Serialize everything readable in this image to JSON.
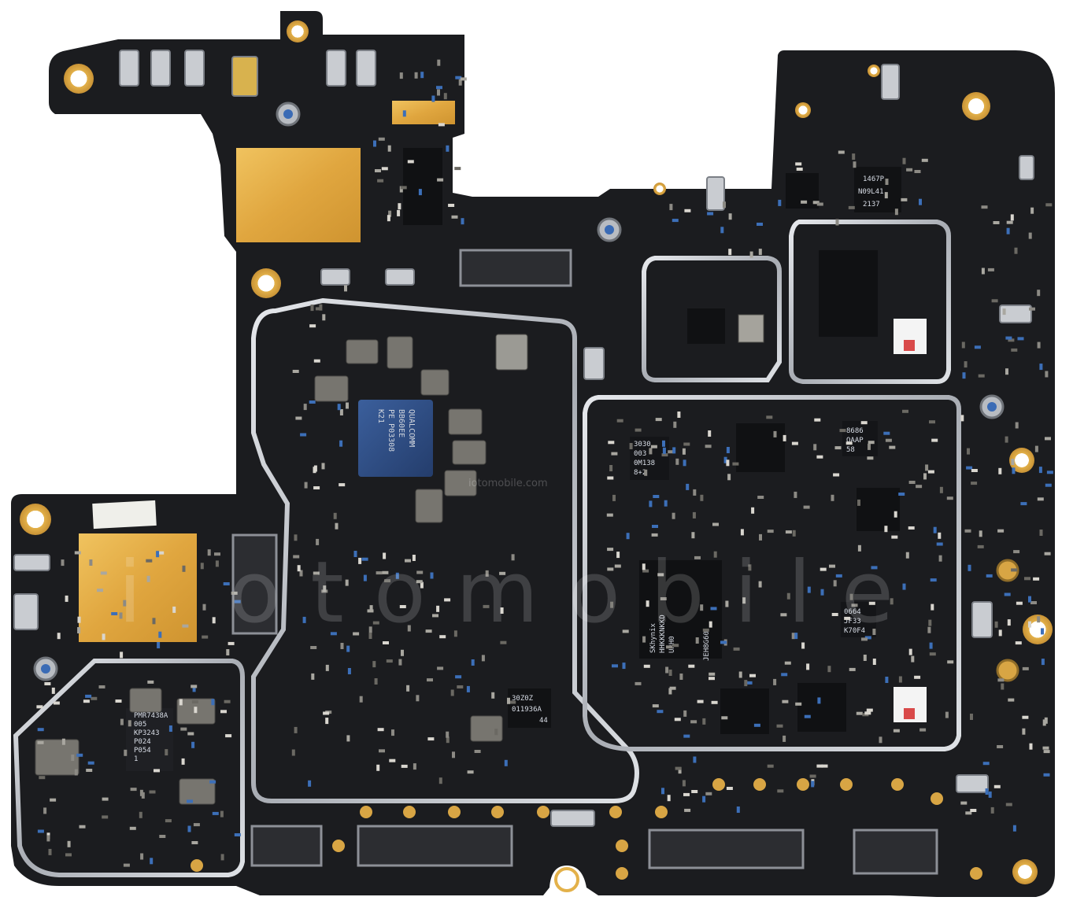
{
  "image": {
    "watermark_large": "i otomobile",
    "watermark_small": "iotomobile.com"
  },
  "chips": {
    "soc_lines": [
      "QUALCOMM",
      "BB60EE",
      "PE P03308",
      "K21"
    ],
    "pmic_lines": [
      "PMR7438A",
      "005",
      "KP3243",
      "P024",
      "P054",
      "1"
    ],
    "ic_30z0z_lines": [
      "30Z0Z",
      "011936A",
      "44"
    ],
    "ic_1467p_lines": [
      "1467P",
      "N09L41",
      "2137"
    ],
    "ic_3030_lines": [
      "3030",
      "003",
      "0M138",
      "8+2"
    ],
    "ic_8686_lines": [
      "8686",
      "OAAP",
      "58"
    ],
    "memory_lines": [
      "SKhynix",
      "HHKKKNKKD",
      "URH0",
      "JEH8G60"
    ],
    "ic_0664_lines": [
      "0664",
      "JF33",
      "K70F4"
    ]
  },
  "colors": {
    "pcb": "#1b1c1f",
    "gold": "#e3b14a",
    "pad": "#d8a544",
    "shield": "#c9ccd1",
    "soc_blue": "#2d4e86",
    "chip_black": "#101113"
  }
}
